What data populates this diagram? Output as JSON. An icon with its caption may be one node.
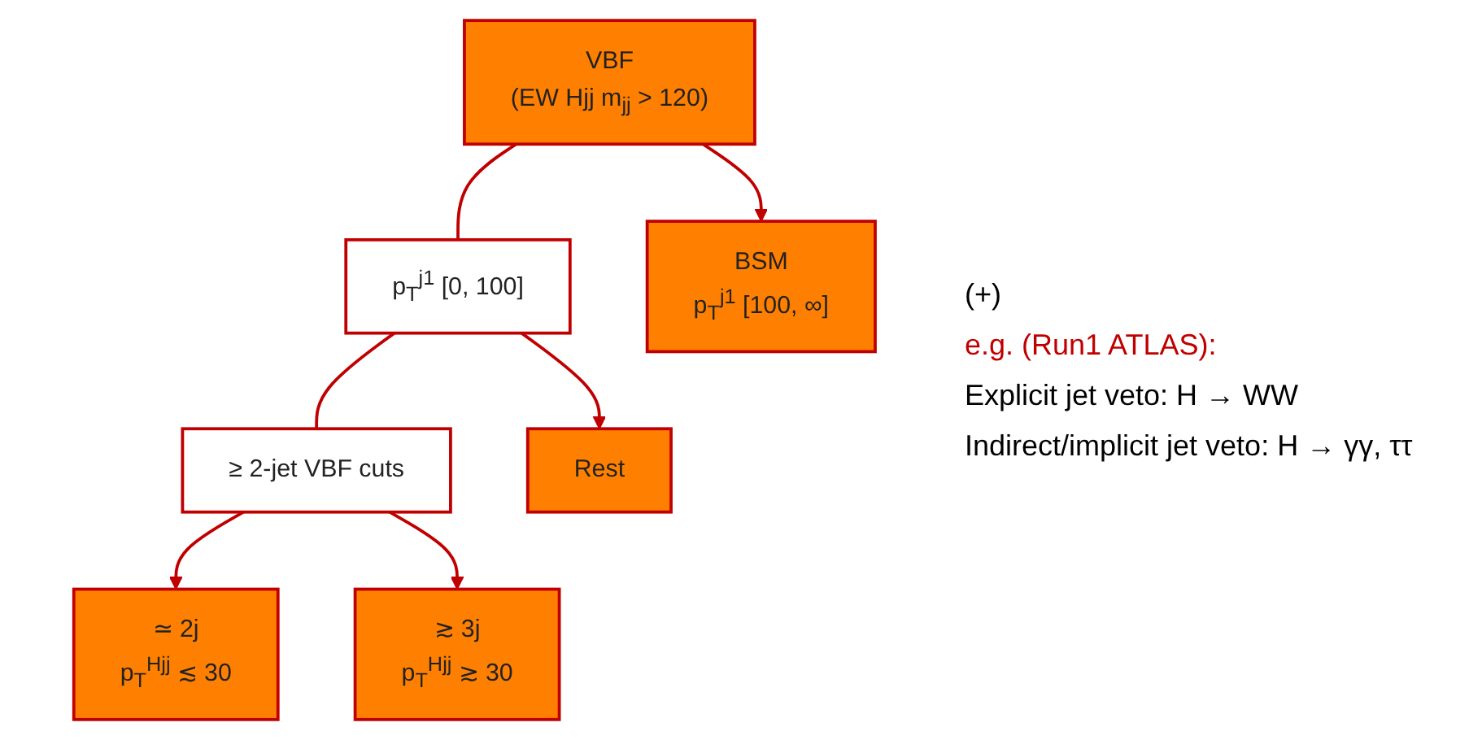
{
  "diagram": {
    "nodes": [
      {
        "text": [
          "VBF",
          "(EW Hjj m$_{jj}$ > 120)"
        ]
      },
      {
        "text": [
          "p$_{T}$$^{j1}$ [0, 100]"
        ]
      },
      {
        "text": [
          "BSM",
          "p$_{T}$$^{j1}$ [100, ∞]"
        ]
      },
      {
        "text": [
          "≥ 2-jet VBF cuts"
        ]
      },
      {
        "text": [
          "Rest"
        ]
      },
      {
        "text": [
          "≃ 2j",
          "p$_{T}$$^{Hjj}$ ≲ 30"
        ]
      },
      {
        "text": [
          "≳ 3j",
          "p$_{T}$$^{Hjj}$ ≳ 30"
        ]
      }
    ],
    "edges": [
      {
        "from": 0,
        "to": 1,
        "arrow": "none"
      },
      {
        "from": 0,
        "to": 2,
        "arrow": "to"
      },
      {
        "from": 1,
        "to": 3,
        "arrow": "none"
      },
      {
        "from": 1,
        "to": 4,
        "arrow": "to"
      },
      {
        "from": 3,
        "to": 5,
        "arrow": "to"
      },
      {
        "from": 3,
        "to": 6,
        "arrow": "to"
      }
    ],
    "labels": [
      "(+)",
      "e.g. (Run1 ATLAS):",
      "Explicit jet veto: H → WW",
      "Indirect/implicit jet veto: H → γγ, ττ"
    ]
  }
}
